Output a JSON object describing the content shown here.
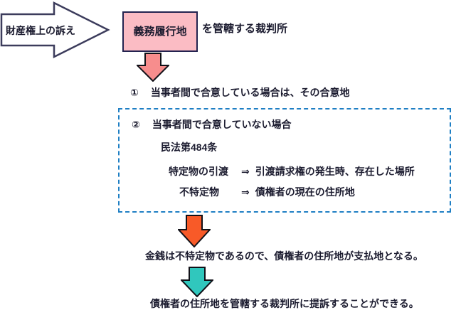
{
  "diagram": {
    "source_arrow_label": "財産権上の訴え",
    "duty_place_box_label": "義務履行地",
    "jurisdiction_suffix": "を管轄する裁判所",
    "case1": {
      "number": "①",
      "text": "当事者間で合意している場合は、その合意地"
    },
    "case2": {
      "number": "②",
      "title": "当事者間で合意していない場合",
      "statute": "民法第484条",
      "rules": [
        {
          "term": "特定物の引渡",
          "arrow": "⇒",
          "definition": "引渡請求権の発生時、存在した場所"
        },
        {
          "term": "不特定物",
          "arrow": "⇒",
          "definition": "債権者の現在の住所地"
        }
      ]
    },
    "conclusion1": "金銭は不特定物であるので、債権者の住所地が支払地となる。",
    "conclusion2": "債権者の住所地を管轄する裁判所に提訴することができる。",
    "colors": {
      "box_fill": "#fbbcc4",
      "box_border": "#232350",
      "big_arrow_border": "#3c3c5c",
      "pink_arrow_fill": "#f78d8d",
      "orange_arrow_fill": "#f85a28",
      "teal_arrow_fill": "#30c7bd",
      "dashed_border": "#1f7fc4",
      "text": "#1b1b2f"
    }
  }
}
